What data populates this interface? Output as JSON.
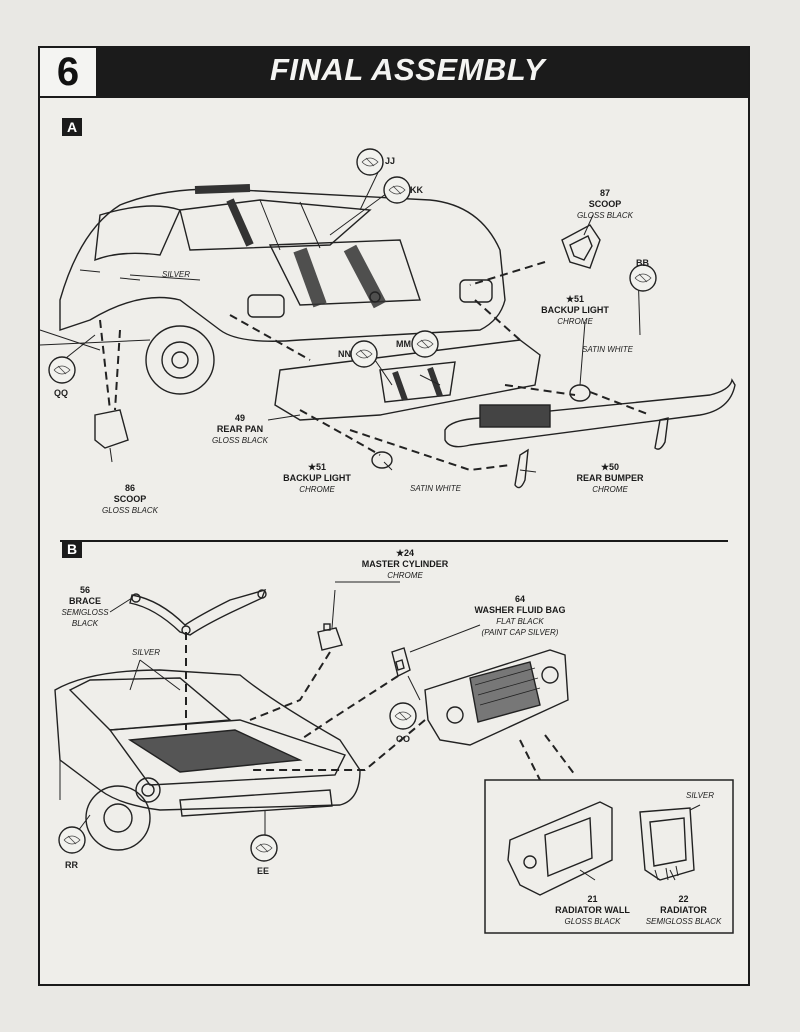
{
  "header": {
    "step_number": "6",
    "title": "FINAL ASSEMBLY"
  },
  "sections": {
    "a": "A",
    "b": "B"
  },
  "parts": {
    "p87": {
      "num": "87",
      "name": "SCOOP",
      "finish": "GLOSS BLACK"
    },
    "p51a": {
      "num": "★51",
      "name": "BACKUP LIGHT",
      "finish": "CHROME"
    },
    "p51a_lens": "SATIN WHITE",
    "p49": {
      "num": "49",
      "name": "REAR PAN",
      "finish": "GLOSS BLACK"
    },
    "p51b": {
      "num": "★51",
      "name": "BACKUP LIGHT",
      "finish": "CHROME"
    },
    "p51b_lens": "SATIN WHITE",
    "p50": {
      "num": "★50",
      "name": "REAR BUMPER",
      "finish": "CHROME"
    },
    "p86": {
      "num": "86",
      "name": "SCOOP",
      "finish": "GLOSS BLACK"
    },
    "p24": {
      "num": "★24",
      "name": "MASTER CYLINDER",
      "finish": "CHROME"
    },
    "p56": {
      "num": "56",
      "name": "BRACE",
      "finish": "SEMIGLOSS",
      "finish2": "BLACK"
    },
    "p64": {
      "num": "64",
      "name": "WASHER FLUID BAG",
      "finish": "FLAT BLACK",
      "finish2": "(PAINT CAP SILVER)"
    },
    "p21": {
      "num": "21",
      "name": "RADIATOR WALL",
      "finish": "GLOSS BLACK"
    },
    "p22": {
      "num": "22",
      "name": "RADIATOR",
      "finish": "SEMIGLOSS BLACK"
    }
  },
  "paint_notes": {
    "silver_a": "SILVER",
    "silver_b": "SILVER",
    "silver_radiator": "SILVER"
  },
  "decals": {
    "jj": "JJ",
    "kk": "KK",
    "bb": "BB",
    "nn": "NN",
    "mm": "MM",
    "qq": "QQ",
    "oo": "OO",
    "rr": "RR",
    "ee": "EE"
  },
  "icon_names": [
    "decal-icon",
    "car-rear-drawing",
    "car-front-drawing",
    "radiator-drawing"
  ]
}
